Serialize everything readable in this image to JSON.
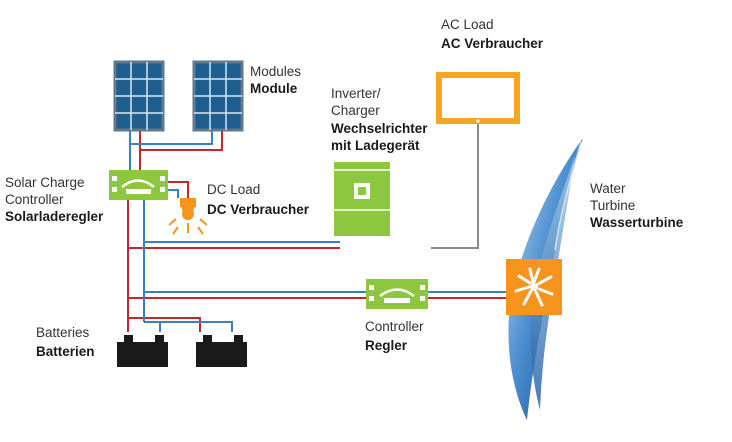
{
  "labels": {
    "modules_en": "Modules",
    "modules_de": "Module",
    "ac_load_en": "AC Load",
    "ac_load_de": "AC Verbraucher",
    "inverter_en_1": "Inverter/",
    "inverter_en_2": "Charger",
    "inverter_de_1": "Wechselrichter",
    "inverter_de_2": "mit Ladegerät",
    "solar_cc_en_1": "Solar Charge",
    "solar_cc_en_2": "Controller",
    "solar_cc_de": "Solarladeregler",
    "dc_load_en": "DC Load",
    "dc_load_de": "DC Verbraucher",
    "water_en_1": "Water",
    "water_en_2": "Turbine",
    "water_de": "Wasserturbine",
    "batteries_en": "Batteries",
    "batteries_de": "Batterien",
    "controller_en": "Controller",
    "controller_de": "Regler"
  },
  "colors": {
    "positive_wire": "#c1272d",
    "negative_wire": "#3a7fc0",
    "ac_wire": "#8a8a8a",
    "solar_panel": "#1f5f8f",
    "controller_green": "#8dc63f",
    "ac_load_orange": "#f5a623",
    "turbine_orange": "#f7941d",
    "battery": "#1a1a1a"
  },
  "icons": {
    "modules": "solar-panel-icon",
    "ac_load": "monitor-icon",
    "inverter": "inverter-icon",
    "solar_charge_controller": "charge-controller-icon",
    "dc_load": "light-bulb-icon",
    "water_turbine": "turbine-icon",
    "batteries": "battery-icon",
    "controller": "charge-controller-icon"
  }
}
